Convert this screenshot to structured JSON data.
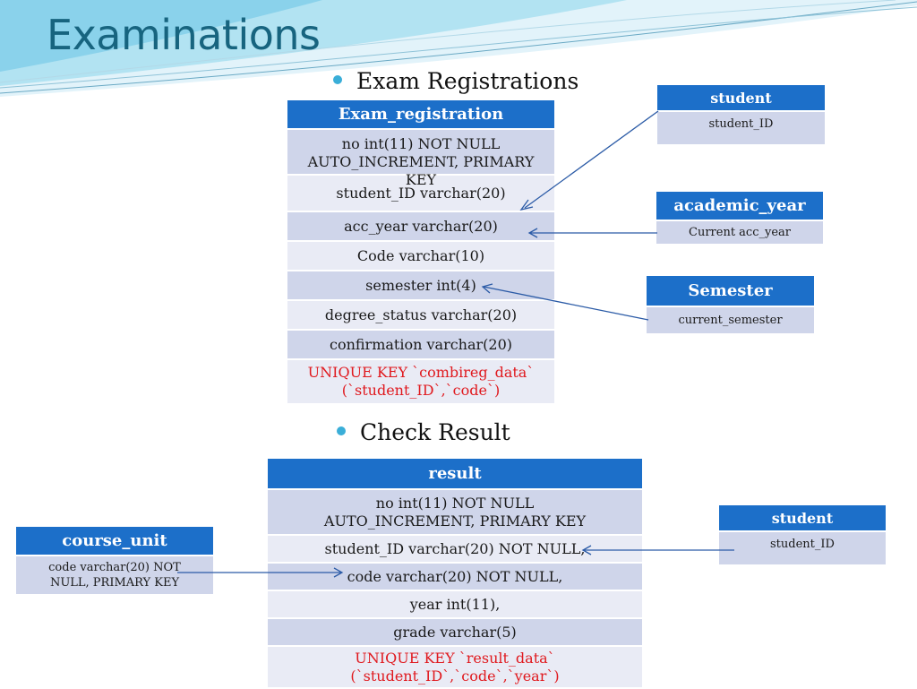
{
  "title": "Examinations",
  "bullets": {
    "exam_registrations": "Exam Registrations",
    "check_result": "Check Result"
  },
  "exam_registration_table": {
    "header": "Exam_registration",
    "rows": [
      "no    int(11) NOT NULL AUTO_INCREMENT, PRIMARY KEY",
      "student_ID   varchar(20)",
      "acc_year   varchar(20)",
      "Code   varchar(10)",
      "semester   int(4)",
      "degree_status   varchar(20)",
      "confirmation   varchar(20)",
      "UNIQUE KEY `combireg_data` (`student_ID`,`code`)"
    ]
  },
  "student_table_1": {
    "header": "student",
    "rows": [
      "student_ID"
    ]
  },
  "academic_year_table": {
    "header": "academic_year",
    "rows": [
      "Current acc_year"
    ]
  },
  "semester_table": {
    "header": "Semester",
    "rows": [
      "current_semester"
    ]
  },
  "result_table": {
    "header": "result",
    "rows": [
      "no    int(11) NOT NULL AUTO_INCREMENT, PRIMARY KEY",
      "student_ID   varchar(20) NOT NULL,",
      "code   varchar(20) NOT NULL,",
      "year   int(11),",
      "grade  varchar(5)",
      "UNIQUE KEY `result_data` (`student_ID`,`code`,`year`)"
    ]
  },
  "course_unit_table": {
    "header": "course_unit",
    "rows": [
      "code varchar(20) NOT NULL, PRIMARY KEY"
    ]
  },
  "student_table_2": {
    "header": "student",
    "rows": [
      "student_ID"
    ]
  },
  "colors": {
    "header_blue": "#1c6fc9",
    "row_light": "#e9ebf5",
    "row_dark": "#cfd5ea",
    "title_teal": "#17647f",
    "unique_key_red": "#e0191e",
    "arrow_blue": "#2a5aa6",
    "bullet_cyan": "#3aaed8"
  }
}
